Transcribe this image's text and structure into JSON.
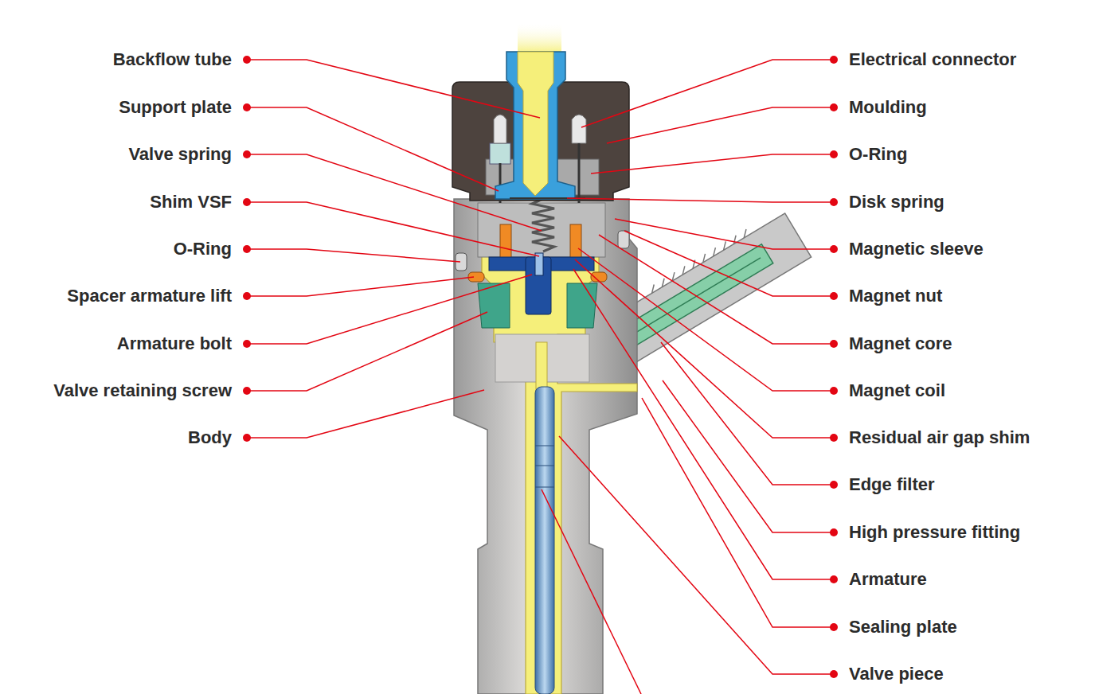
{
  "diagram": {
    "labels": [
      "Backflow tube",
      "Support plate",
      "Valve spring",
      "Shim VSF",
      "O-Ring",
      "Spacer armature lift",
      "Armature bolt",
      "Valve retaining screw",
      "Body",
      "Electrical connector",
      "Moulding",
      "O-Ring",
      "Disk spring",
      "Magnetic sleeve",
      "Magnet nut",
      "Magnet core",
      "Magnet coil",
      "Residual air gap shim",
      "Edge filter",
      "High pressure fitting",
      "Armature",
      "Sealing plate",
      "Valve piece"
    ]
  }
}
